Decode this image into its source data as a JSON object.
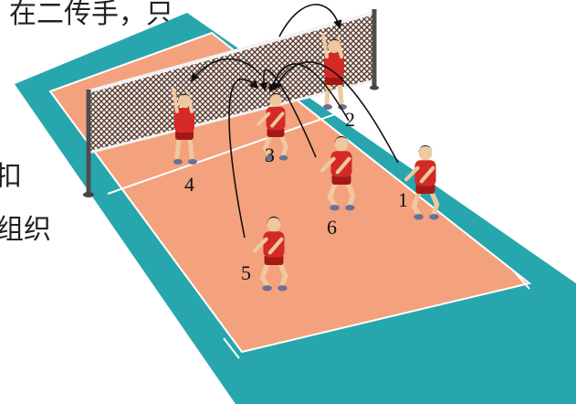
{
  "text_fragments": {
    "top": "在二传手，只",
    "mid": "扣",
    "bottom": "组织"
  },
  "position_labels": [
    "1",
    "2",
    "3",
    "4",
    "5",
    "6"
  ],
  "colors": {
    "surround": "#27a7ad",
    "court": "#f4a27e",
    "lines": "#ffffff",
    "jersey": "#d32a26",
    "skin": "#f0c8a0",
    "hair": "#1b1010",
    "shorts": "#a41915",
    "shoes": "#6a7096",
    "net_mesh": "#5a3a2e",
    "net_band": "#f2f2f2",
    "pole": "#4d4d4d",
    "arrows": "#111111"
  },
  "icons": [
    "volleyball-court",
    "volleyball-net",
    "player-figure",
    "pass-arrow"
  ]
}
